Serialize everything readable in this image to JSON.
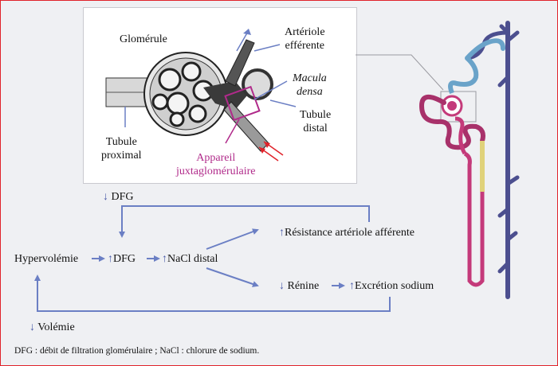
{
  "colors": {
    "frame_border": "#e0222a",
    "background": "#eff0f3",
    "arrow": "#6b7fc4",
    "magenta": "#b02a8a",
    "nephron_dark": "#4c4f8f",
    "nephron_blue": "#6aa3c9",
    "nephron_yellow": "#e0d27a",
    "nephron_pink": "#c43a7a"
  },
  "inset_labels": {
    "glomerule": "Glomérule",
    "arteriole_efferente": "Artériole\nefférente",
    "macula_densa": "Macula\ndensa",
    "tubule_distal": "Tubule\ndistal",
    "tubule_proximal": "Tubule\nproximal",
    "appareil": "Appareil\njuxtaglomérulaire"
  },
  "flow": {
    "dfg_down": "DFG",
    "hypervolemie": "Hypervolémie",
    "dfg_up": "DFG",
    "nacl_distal": "NaCl distal",
    "resistance": "Résistance artériole afférente",
    "renine": "Rénine",
    "excretion": "Excrétion sodium",
    "volemie": "Volémie"
  },
  "icons": {
    "up": "↑",
    "down": "↓"
  },
  "footnote": "DFG : débit de filtration glomérulaire ; NaCl : chlorure de sodium."
}
